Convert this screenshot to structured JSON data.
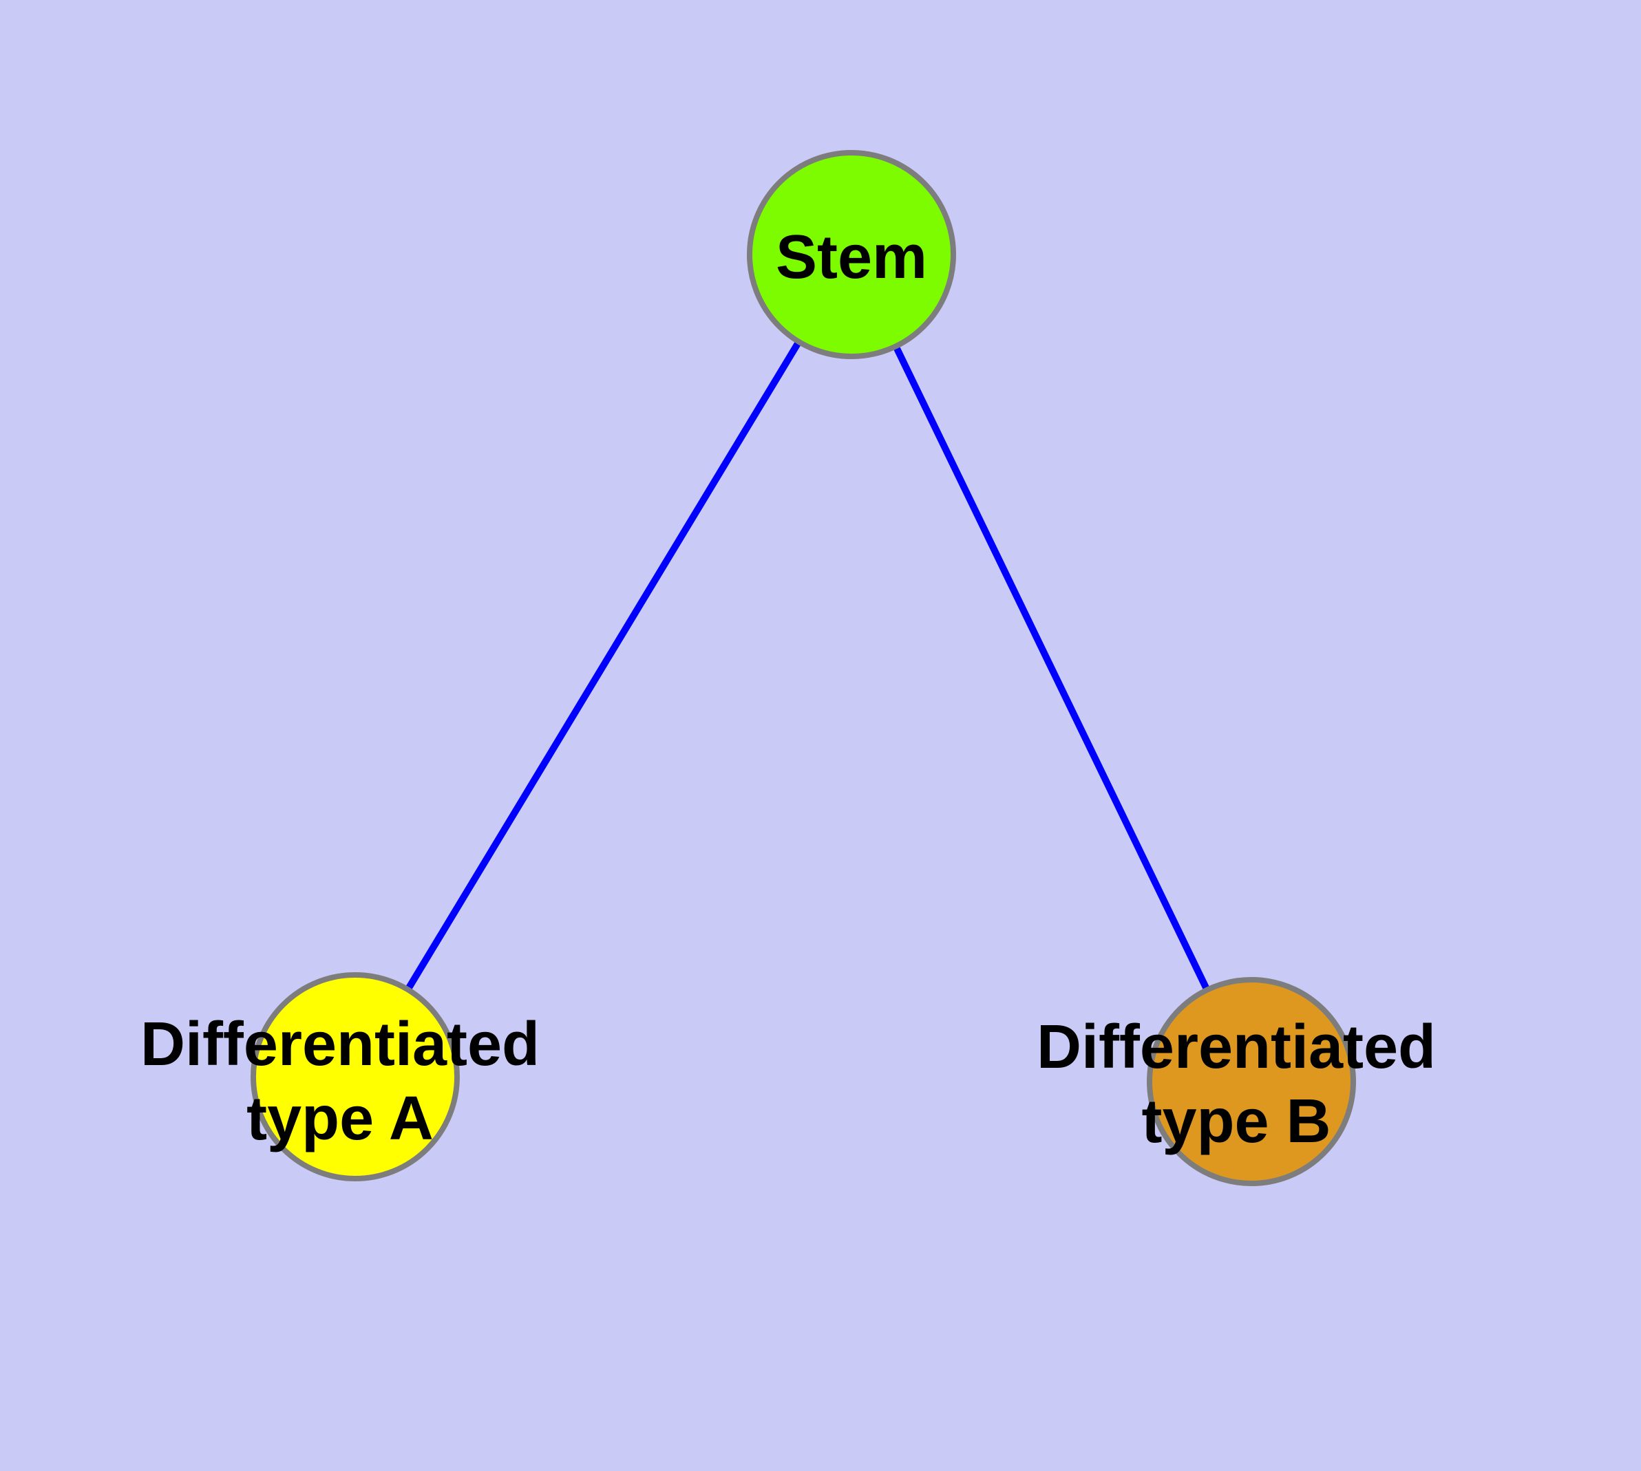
{
  "diagram": {
    "type": "graph",
    "colors": {
      "background": "#cacaf7",
      "edge": "#0000ff",
      "node_border": "#7d7d7d",
      "label_text": "#000000"
    },
    "nodes": {
      "stem": {
        "label": "Stem",
        "fill": "#7dfc00"
      },
      "type_a": {
        "label": "Differentiated type A",
        "label_line1": "Differentiated",
        "label_line2": "type A",
        "fill": "#ffff00"
      },
      "type_b": {
        "label": "Differentiated type B",
        "label_line1": "Differentiated",
        "label_line2": "type B",
        "fill": "#de9820"
      }
    },
    "edges": [
      {
        "from": "Stem",
        "to": "Differentiated type A"
      },
      {
        "from": "Stem",
        "to": "Differentiated type B"
      }
    ]
  }
}
